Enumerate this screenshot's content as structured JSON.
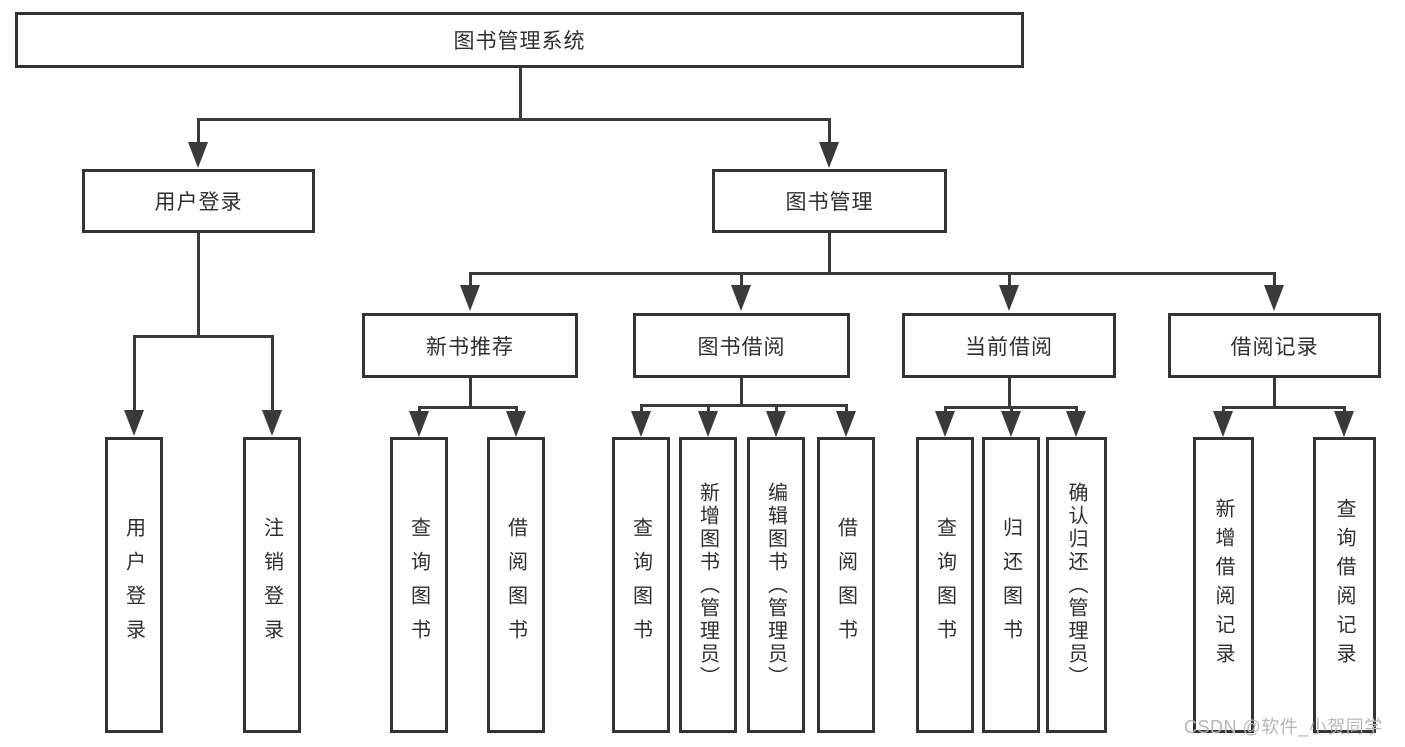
{
  "root": {
    "label": "图书管理系统"
  },
  "level2": [
    {
      "label": "用户登录"
    },
    {
      "label": "图书管理"
    }
  ],
  "level3": [
    {
      "label": "新书推荐"
    },
    {
      "label": "图书借阅"
    },
    {
      "label": "当前借阅"
    },
    {
      "label": "借阅记录"
    }
  ],
  "leaves": {
    "user_login": [
      "用户登录",
      "注销登录"
    ],
    "new_book": [
      "查询图书",
      "借阅图书"
    ],
    "book_borrow": [
      "查询图书",
      "新增图书（管理员）",
      "编辑图书（管理员）",
      "借阅图书"
    ],
    "current_borrow": [
      "查询图书",
      "归还图书",
      "确认归还（管理员）"
    ],
    "borrow_records": [
      "新增借阅记录",
      "查询借阅记录"
    ]
  },
  "watermark": {
    "text": "CSDN @软件_小贺同学"
  },
  "colors": {
    "line": "#3a3a3a",
    "border": "#333333",
    "text": "#2f2f2f",
    "watermark": "#b7b7ba",
    "background": "#ffffff"
  }
}
